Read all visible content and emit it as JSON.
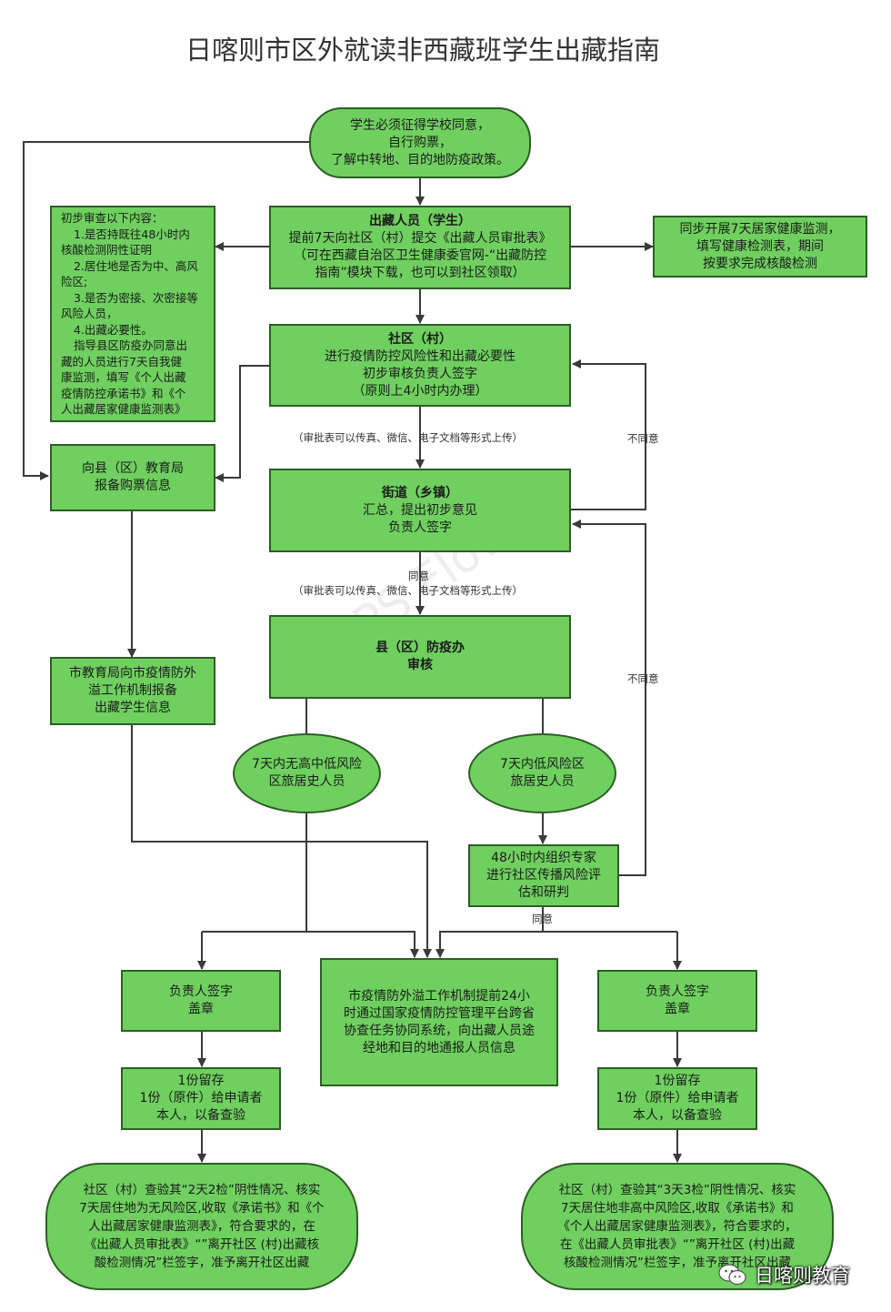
{
  "title": "日喀则市区外就读非西藏班学生出藏指南",
  "nodes": {
    "start": [
      "学生必须征得学校同意，",
      "自行购票，",
      "了解中转地、目的地防疫政策。"
    ],
    "applicant": {
      "heading": "出藏人员（学生）",
      "lines": [
        "提前7天向社区（村）提交《出藏人员审批表》",
        "（可在西藏自治区卫生健康委官网-“出藏防控",
        "指南”模块下载，也可以到社区领取）"
      ]
    },
    "health_monitor": [
      "同步开展7天居家健康监测，",
      "填写健康检测表，期间",
      "按要求完成核酸检测"
    ],
    "preliminary": [
      "初步审查以下内容：",
      "1.是否持既往48小时内",
      "核酸检测阴性证明",
      "2.居住地是否为中、高风",
      "险区;",
      "3.是否为密接、次密接等",
      "风险人员，",
      "4.出藏必要性。",
      "指导县区防疫办同意出",
      "藏的人员进行7天自我健",
      "康监测，填写《个人出藏",
      "疫情防控承诺书》和《个",
      "人出藏居家健康监测表》"
    ],
    "community": {
      "heading": "社区（村）",
      "lines": [
        "进行疫情防控风险性和出藏必要性",
        "初步审核负责人签字",
        "（原则上4小时内办理）"
      ]
    },
    "county_edu": [
      "向县（区）教育局",
      "报备购票信息"
    ],
    "street": {
      "heading": "街道（乡镇）",
      "lines": [
        "汇总，提出初步意见",
        "负责人签字"
      ]
    },
    "county_office": [
      "县（区）防疫办",
      "审核"
    ],
    "city_edu": [
      "市教育局向市疫情防外",
      "溢工作机制报备",
      "出藏学生信息"
    ],
    "no_risk": [
      "7天内无高中低风险",
      "区旅居史人员"
    ],
    "low_risk": [
      "7天内低风险区",
      "旅居史人员"
    ],
    "expert": [
      "48小时内组织专家",
      "进行社区传播风险评",
      "估和研判"
    ],
    "city_mechanism": [
      "市疫情防外溢工作机制提前24小",
      "时通过国家疫情防控管理平台跨省",
      "协查任务协同系统，向出藏人员途",
      "经地和目的地通报人员信息"
    ],
    "sign_left": [
      "负责人签字",
      "盖章"
    ],
    "sign_right": [
      "负责人签字",
      "盖章"
    ],
    "copy_left": [
      "1份留存",
      "1份（原件）给申请者",
      "本人，以备查验"
    ],
    "copy_right": [
      "1份留存",
      "1份（原件）给申请者",
      "本人，以备查验"
    ],
    "check_left": [
      "社区（村）查验其“2天2检”阴性情况、核实",
      "7天居住地为无风险区,收取《承诺书》和《个",
      "人出藏居家健康监测表》，符合要求的，在",
      "《出藏人员审批表》“”离开社区 (村)出藏核",
      "酸检测情况”栏签字，准予离开社区出藏"
    ],
    "check_right": [
      "社区（村）查验其“3天3检”阴性情况、核实",
      "7天居住地非高中风险区,收取《承诺书》和",
      "《个人出藏居家健康监测表》，符合要求的，",
      "在《出藏人员审批表》“”离开社区 (村)出藏",
      "核酸检测情况”栏签字，准予离开社区出藏"
    ]
  },
  "labels": {
    "upload_1": "（审批表可以传真、微信、电子文档等形式上传）",
    "upload_2": "（审批表可以传真、微信、电子文档等形式上传）",
    "agree_1": "同意",
    "agree_2": "同意",
    "disagree_1": "不同意",
    "disagree_2": "不同意"
  },
  "watermark": "WPS Flow",
  "brand": "日喀则教育",
  "colors": {
    "node_fill": "#6fd05f",
    "node_border": "#2d5e25",
    "line": "#3a3a3a"
  }
}
